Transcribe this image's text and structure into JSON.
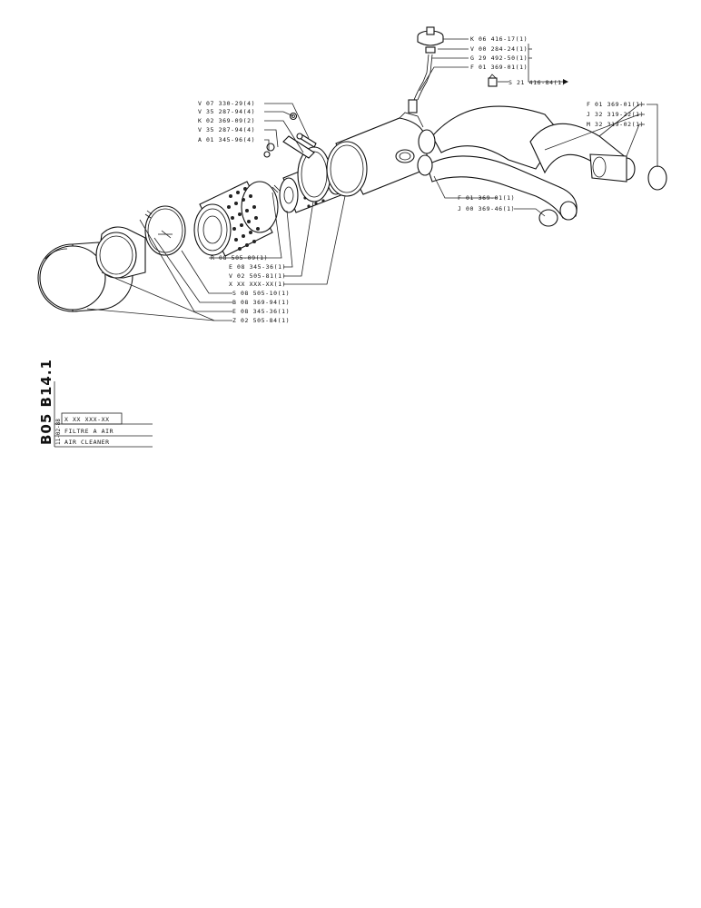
{
  "labels": {
    "k06416": "K 06 416-17(1)",
    "v00284": "V 00 284-24(1)",
    "g29492": "G 29 492-50(1)",
    "f01369_top": "F 01 369-01(1)",
    "s21416": "S 21 416-84(1)",
    "v07330": "V 07 330-29(4)",
    "v35287_a": "V 35 287-94(4)",
    "k02369": "K 02 369-09(2)",
    "v35287_b": "V 35 287-94(4)",
    "a01345": "A 01 345-96(4)",
    "f01369_right": "F 01 369-01(1)",
    "j32319": "J 32 319-22(1)",
    "m32319": "M 32 319-02(1)",
    "f01369_mid": "F 01 369-01(1)",
    "j00369": "J 00 369-46(1)",
    "r08505": "R 08 505-09(1)",
    "e08345_a": "E 08 345-36(1)",
    "v02505": "V 02 505-81(1)",
    "xxx": "X XX XXX-XX(1)",
    "s08505": "S 08 505-10(1)",
    "b08369": "B 08 369-94(1)",
    "e08345_b": "E 08 345-36(1)",
    "z02505": "Z 02 505-84(1)"
  },
  "title_block": {
    "section_code": "B05 B14.1",
    "date": "11-02-88",
    "part_number": "X XX XXX-XX",
    "title_fr": "FILTRE A AIR",
    "title_en": "AIR CLEANER"
  }
}
